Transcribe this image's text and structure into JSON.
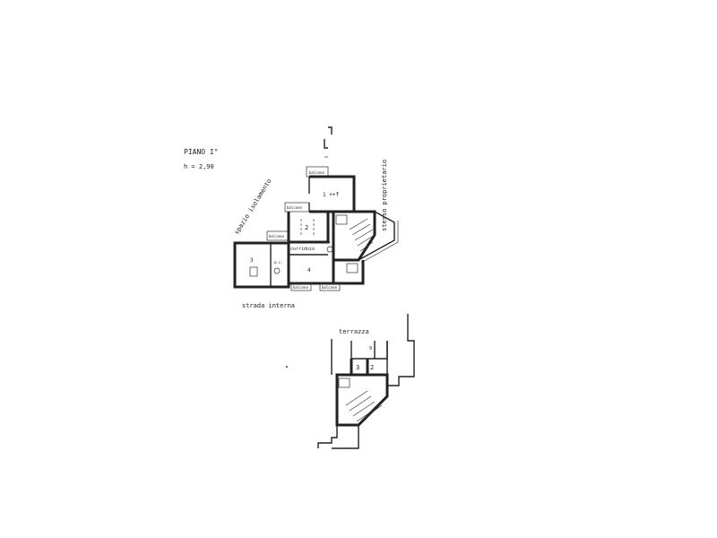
{
  "plan": {
    "floor_label": "PIANO I°",
    "height_label": "h = 2,90",
    "left_side_label": "spazio isolamento",
    "right_side_label": "stesso proprietario",
    "bottom_label": "strada interna",
    "corridor_label": "corridoio",
    "room_1": "1",
    "room_2": "2",
    "balcony_label": "balcone",
    "wc_label": "w.c."
  },
  "terrace": {
    "label": "terrazza",
    "room_3": "3",
    "room_2": "2"
  }
}
